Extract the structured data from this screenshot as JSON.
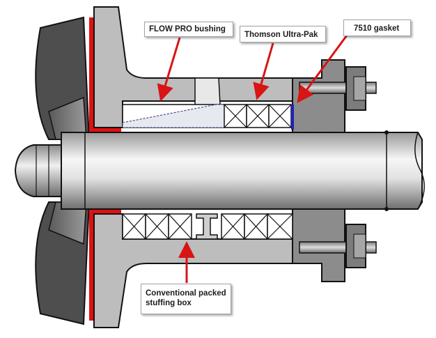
{
  "labels": {
    "flow_pro": "FLOW PRO bushing",
    "thomson": "Thomson Ultra-Pak",
    "gasket": "7510 gasket",
    "conventional": "Conventional packed stuffing box"
  },
  "colors": {
    "casing": "#8c8c8c",
    "casing_dark": "#4a4a4a",
    "gland": "#cfcfcf",
    "shaft_light": "#f4f4f4",
    "shaft_dark": "#8a8a8a",
    "red_gasket": "#e01010",
    "arrow": "#d81414",
    "outline": "#111111",
    "gasket_blue": "#2020c0"
  }
}
